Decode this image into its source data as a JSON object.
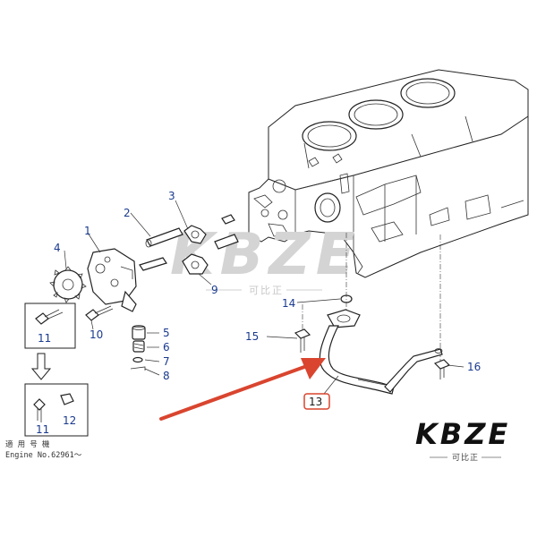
{
  "callouts": {
    "p1": "1",
    "p2": "2",
    "p3": "3",
    "p4": "4",
    "p5": "5",
    "p6": "6",
    "p7": "7",
    "p8": "8",
    "p9": "9",
    "p10": "10",
    "p11a": "11",
    "p11b": "11",
    "p12": "12",
    "p13": "13",
    "p14": "14",
    "p15": "15",
    "p16": "16"
  },
  "note": {
    "line1": "適 用 号 機",
    "line2": "Engine No.62961～"
  },
  "watermark": {
    "brand": "KBZE",
    "sub": "可比正"
  },
  "logo": {
    "brand": "KBZE",
    "sub": "可比正"
  },
  "colors": {
    "highlight": "#d9452f",
    "arrow": "#d9452f",
    "callout_text": "#1a3a8f"
  }
}
